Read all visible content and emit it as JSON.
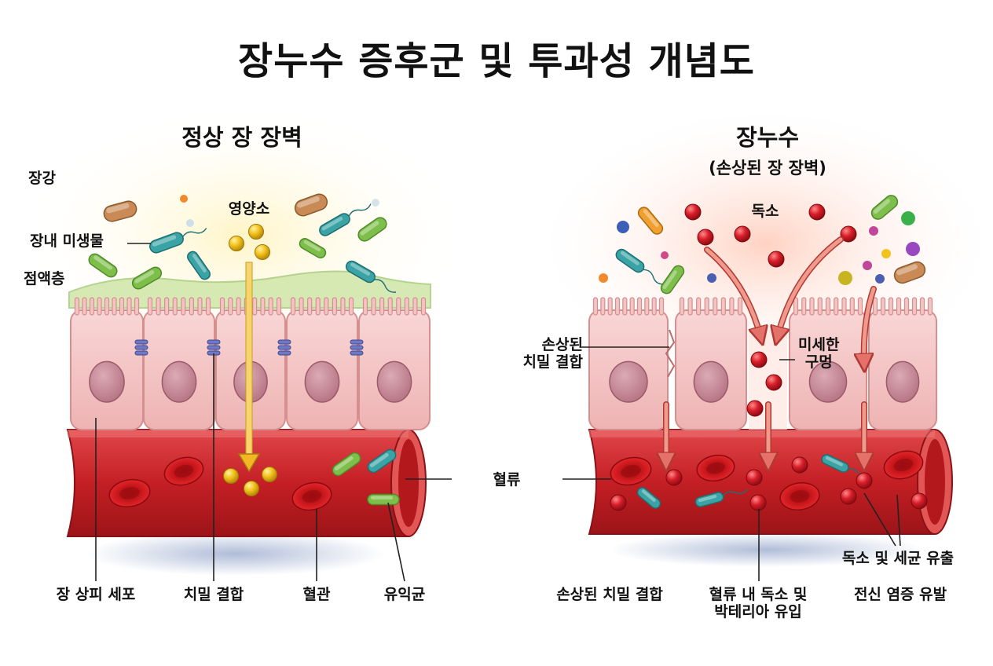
{
  "title": "장누수 증후군 및 투과성 개념도",
  "panels": {
    "normal": {
      "heading": "정상 장 장벽",
      "labels": {
        "lumen": "장강",
        "microbes": "장내 미생물",
        "mucus": "점액층",
        "nutrients": "영양소",
        "epithelial": "장 상피 세포",
        "tight_junction": "치밀 결합",
        "vessel": "혈관",
        "probiotic": "유익균"
      }
    },
    "leaky": {
      "heading": "장누수",
      "subheading": "(손상된 장 장벽)",
      "labels": {
        "toxins": "독소",
        "damaged_junction": "손상된\n치밀 결합",
        "micro_holes": "미세한\n구멍",
        "toxin_bacteria_leak": "독소 및 세균 유출",
        "damaged_junction_bottom": "손상된 치밀 결합",
        "influx": "혈류 내 독소 및\n박테리아 유입",
        "inflammation": "전신 염증 유발"
      }
    }
  },
  "center_label": "혈류",
  "colors": {
    "cell": "#f6c8c8",
    "nucleus": "#c98a98",
    "vessel": "#c9262a",
    "rbc": "#d4161c",
    "nutrient": "#f2c21e",
    "toxin": "#d81e2a",
    "arrow_nutrient": "#f7d56a",
    "arrow_leak": "#e4726a"
  }
}
